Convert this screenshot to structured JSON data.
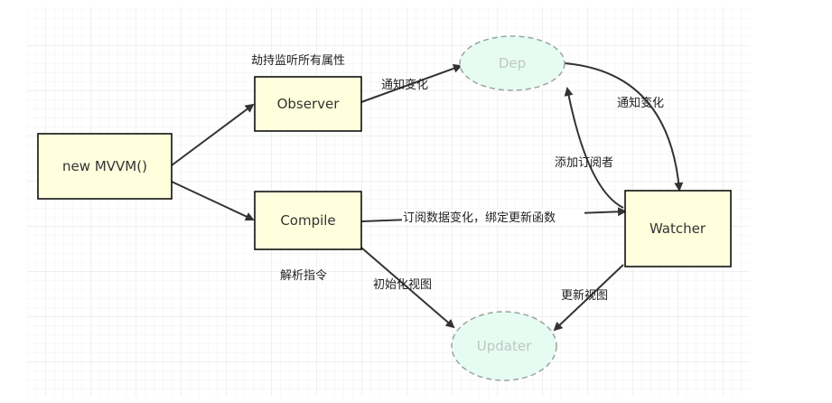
{
  "nodes": {
    "mvvm": {
      "label": "new MVVM()"
    },
    "observer": {
      "label": "Observer"
    },
    "compile": {
      "label": "Compile"
    },
    "watcher": {
      "label": "Watcher"
    },
    "dep": {
      "label": "Dep"
    },
    "updater": {
      "label": "Updater"
    }
  },
  "edges": {
    "observer_dep": "通知变化",
    "dep_watcher": "通知变化",
    "watcher_dep": "添加订阅者",
    "compile_watcher": "订阅数据变化，绑定更新函数",
    "compile_updater": "初始化视图",
    "watcher_updater": "更新视图"
  },
  "annotations": {
    "observer_note": "劫持监听所有属性",
    "compile_note": "解析指令"
  },
  "colors": {
    "box_fill": "#ffffdd",
    "box_stroke": "#000000",
    "ellipse_fill": "#e6fbf2",
    "ellipse_stroke": "#9aa5a0",
    "arrow": "#333333",
    "grid_minor": "#eeeeee",
    "grid_major": "#dddddd"
  }
}
